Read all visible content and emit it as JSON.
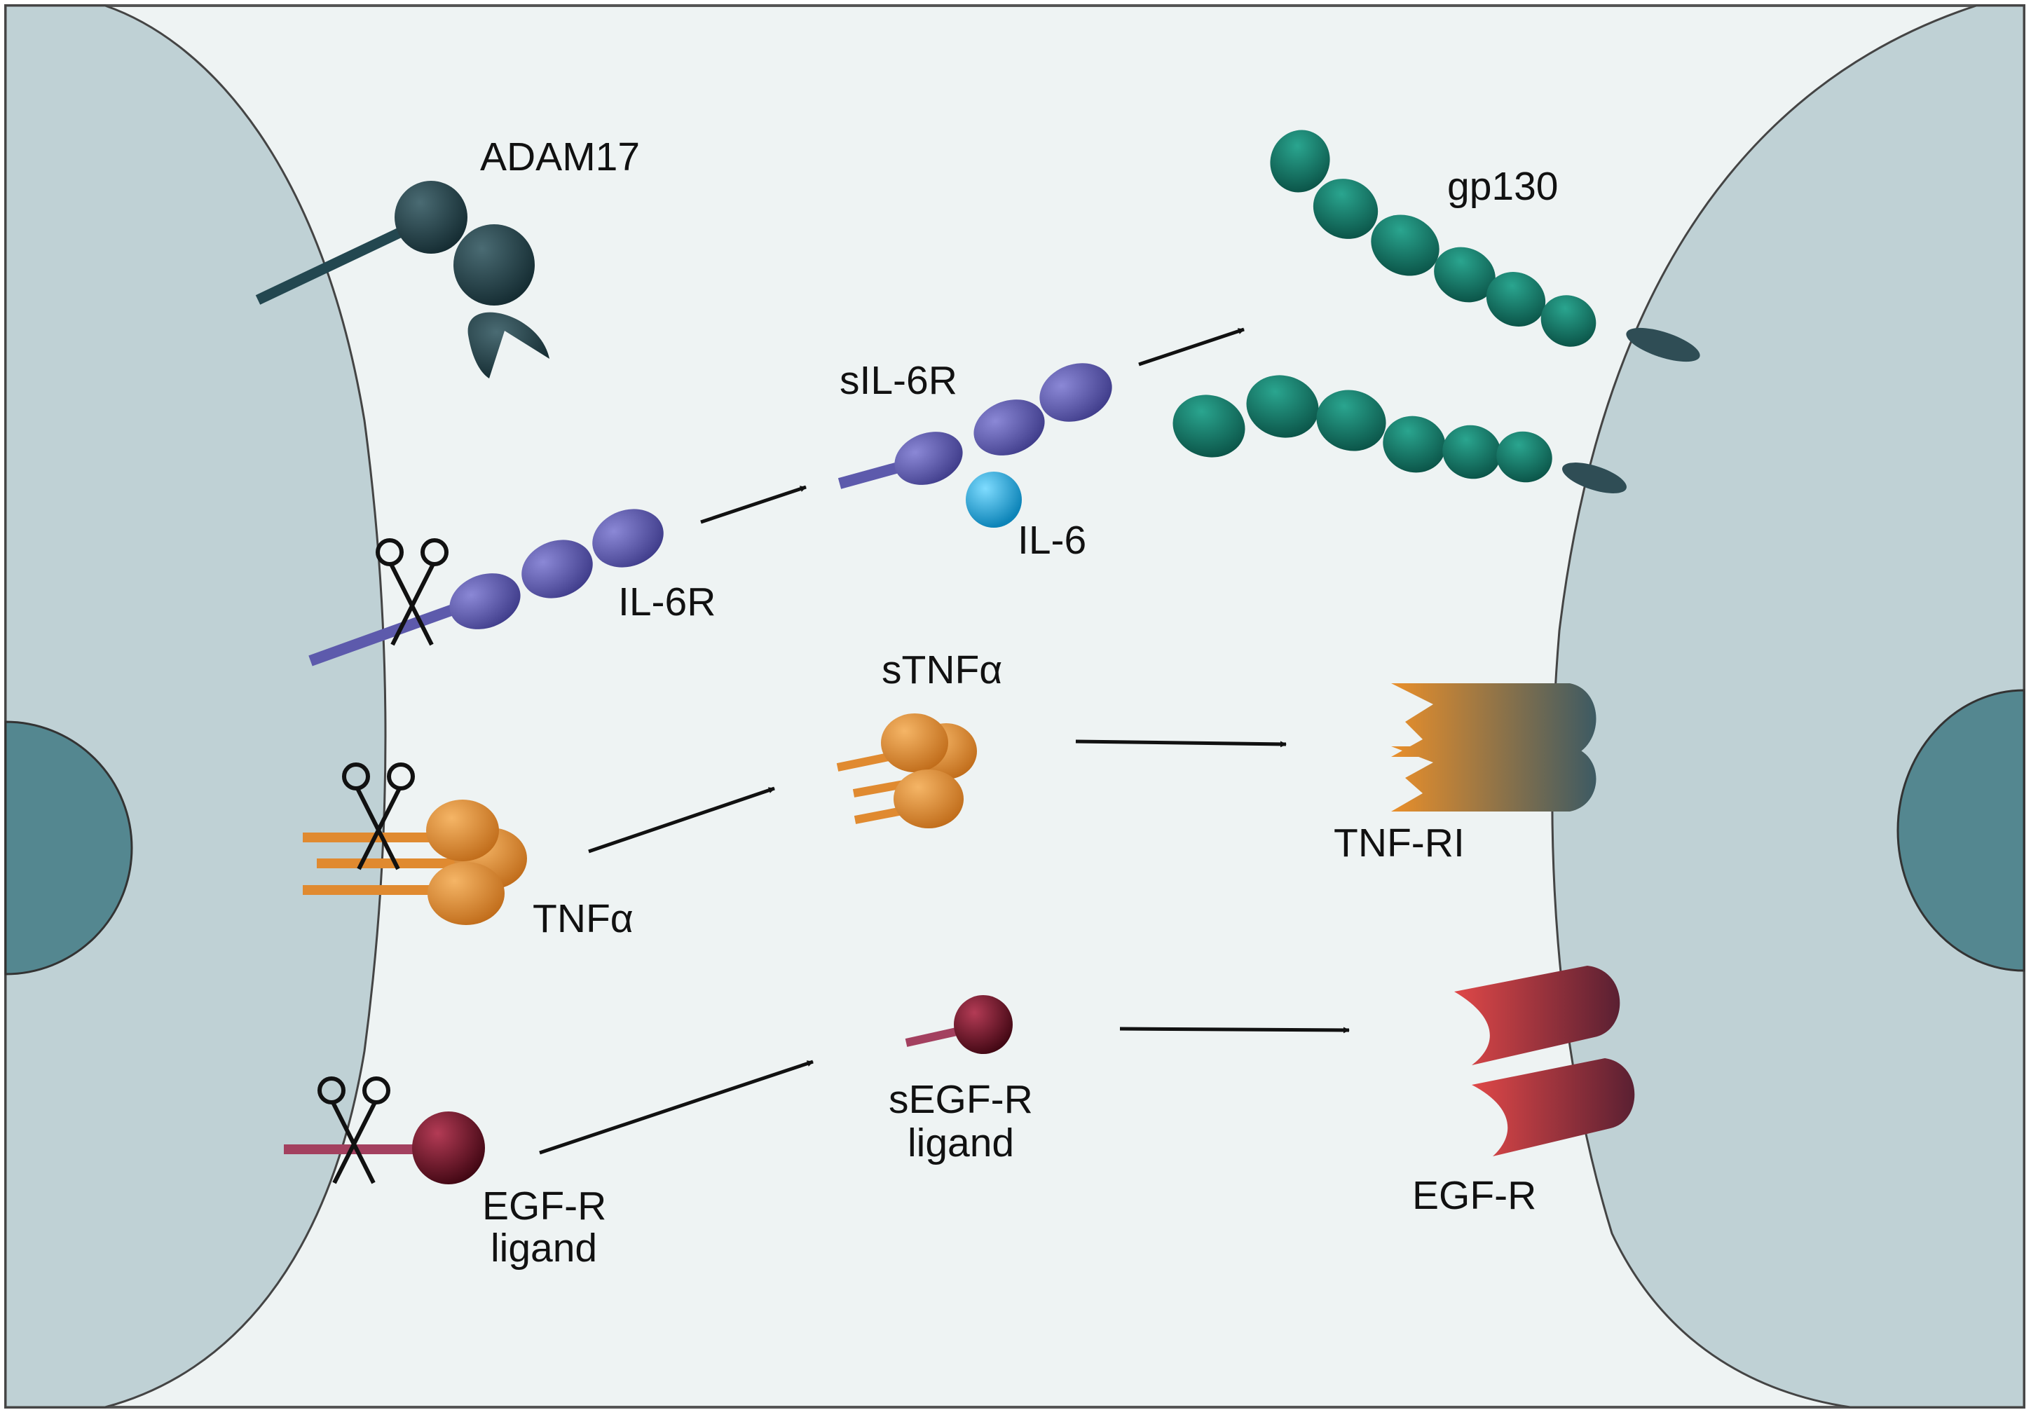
{
  "labels": {
    "adam17": "ADAM17",
    "il6r": "IL-6R",
    "sil6r": "sIL-6R",
    "il6": "IL-6",
    "gp130": "gp130",
    "tnfa": "TNFα",
    "stnfa": "sTNFα",
    "tnfri": "TNF-RI",
    "egfr_ligand_1": "EGF-R",
    "egfr_ligand_2": "ligand",
    "segfr_ligand_1": "sEGF-R",
    "segfr_ligand_2": "ligand",
    "egfr": "EGF-R"
  },
  "colors": {
    "background": "#eef3f3",
    "cell": "#bfd1d5",
    "nucleus": "#548790",
    "adam17": "#1e3c44",
    "il6r": "#5d5aac",
    "il6": "#1aa3d9",
    "gp130": "#117565",
    "tnf": "#e08a30",
    "tnfr_dark": "#3d5a63",
    "egf_ligand": "#6d0f24",
    "egfr": "#d43c41",
    "stalk_pink": "#a3405f"
  },
  "icons": [
    "scissors-icon",
    "arrow-icon"
  ]
}
